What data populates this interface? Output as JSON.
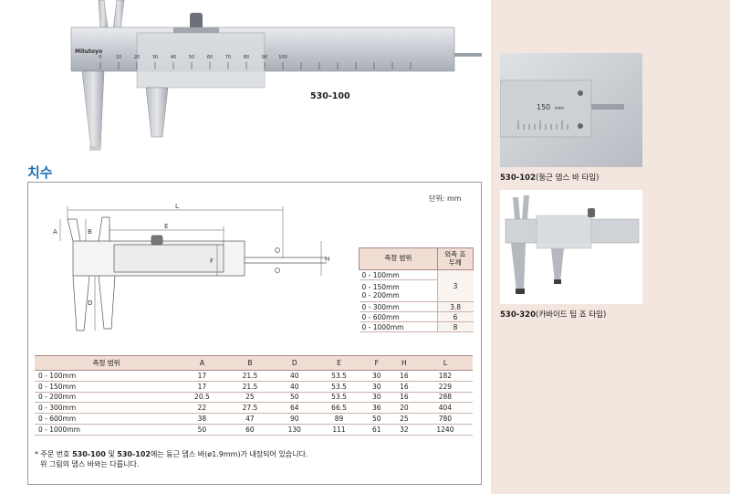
{
  "main_photo": {
    "brand": "Mitutoyo",
    "model": "530-100",
    "scale_numbers": [
      "0",
      "10",
      "20",
      "30",
      "40",
      "50",
      "60",
      "70",
      "80",
      "90",
      "100"
    ]
  },
  "section_title": "치수",
  "unit": "단위: mm",
  "diagram_labels": {
    "L": "L",
    "E": "E",
    "A": "A",
    "B": "B",
    "F": "F",
    "H": "H",
    "D": "D"
  },
  "thickness_table": {
    "headers": [
      "측정 범위",
      "외측 죠\n두께"
    ],
    "rows": [
      {
        "range": "0 - 100mm",
        "value": ""
      },
      {
        "range": "0 - 150mm\n0 - 200mm",
        "value": "3"
      },
      {
        "range": "0 - 300mm",
        "value": "3.8"
      },
      {
        "range": "0 - 600mm",
        "value": "6"
      },
      {
        "range": "0 - 1000mm",
        "value": "8"
      }
    ]
  },
  "dimension_table": {
    "headers": [
      "측정 범위",
      "A",
      "B",
      "D",
      "E",
      "F",
      "H",
      "L"
    ],
    "rows": [
      [
        "0 - 100mm",
        "17",
        "21.5",
        "40",
        "53.5",
        "30",
        "16",
        "182"
      ],
      [
        "0 - 150mm",
        "17",
        "21.5",
        "40",
        "53.5",
        "30",
        "16",
        "229"
      ],
      [
        "0 - 200mm",
        "20.5",
        "25",
        "50",
        "53.5",
        "30",
        "16",
        "288"
      ],
      [
        "0 - 300mm",
        "22",
        "27.5",
        "64",
        "66.5",
        "36",
        "20",
        "404"
      ],
      [
        "0 - 600mm",
        "38",
        "47",
        "90",
        "89",
        "50",
        "25",
        "780"
      ],
      [
        "0 - 1000mm",
        "50",
        "60",
        "130",
        "111",
        "61",
        "32",
        "1240"
      ]
    ]
  },
  "note": {
    "prefix": "* 주문 번호 ",
    "model1": "530-100",
    "and": " 및 ",
    "model2": "530-102",
    "suffix": "에는 둥근 뎁스 바(ø1.9mm)가 내장되어 있습니다.",
    "line2": "위 그림의 뎁스 바와는 다릅니다."
  },
  "photo_102": {
    "scale_text": "150",
    "scale_unit": "mm"
  },
  "caption_102": {
    "model": "530-102",
    "desc": "(둥근 뎁스 바 타입)"
  },
  "caption_320": {
    "model": "530-320",
    "desc": "(카바이드 팁 죠 타입)"
  }
}
